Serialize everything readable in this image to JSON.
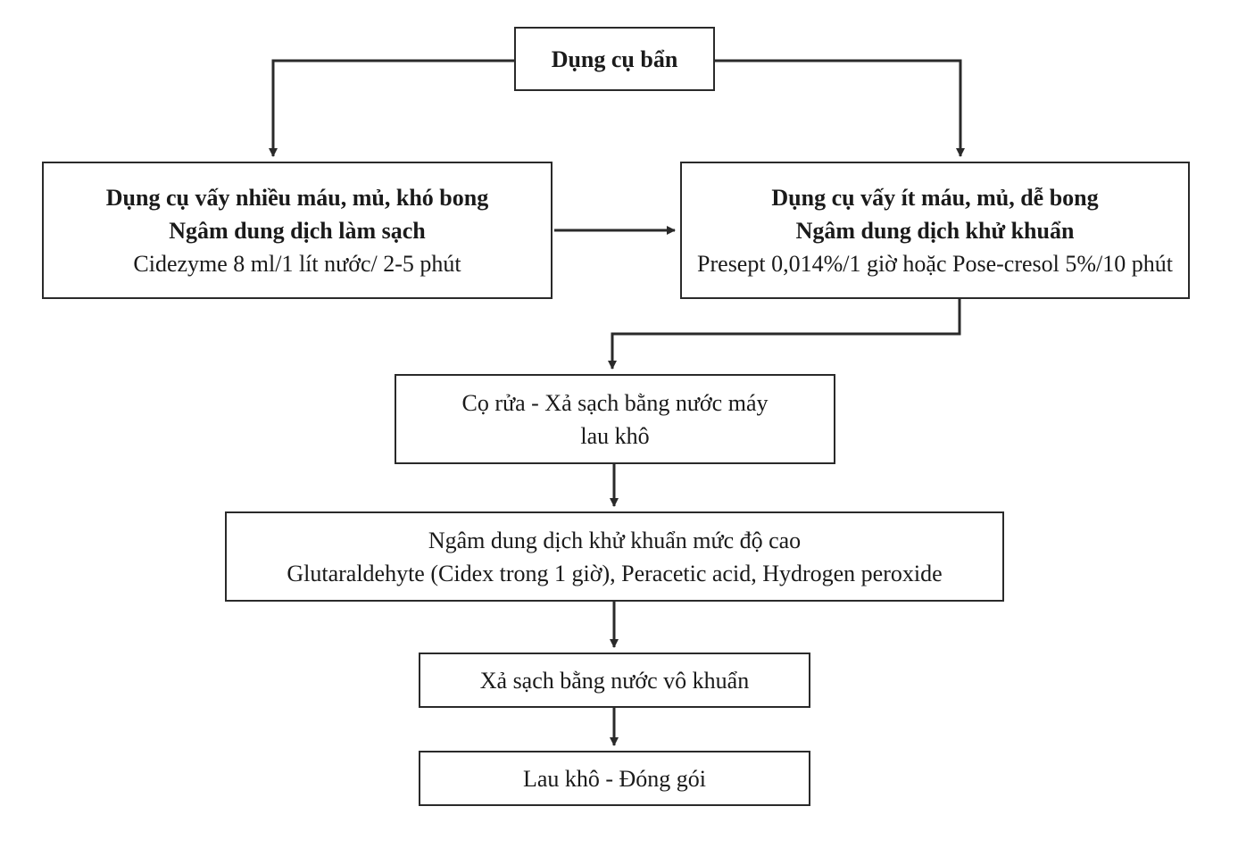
{
  "nodes": {
    "start": {
      "title": "Dụng cụ bẩn"
    },
    "heavy_soil": {
      "title": "Dụng cụ vấy nhiều máu, mủ, khó bong",
      "action": "Ngâm dung dịch làm sạch",
      "detail": "Cidezyme 8 ml/1 lít nước/ 2-5 phút"
    },
    "light_soil": {
      "title": "Dụng cụ vấy ít máu, mủ, dễ bong",
      "action": "Ngâm dung dịch khử khuẩn",
      "detail": "Presept 0,014%/1 giờ hoặc Pose-cresol 5%/10 phút"
    },
    "rinse": {
      "line1": "Cọ rửa - Xả sạch bằng nước máy",
      "line2": "lau khô"
    },
    "high_level_disinfection": {
      "line1": "Ngâm dung dịch khử khuẩn mức độ cao",
      "line2": "Glutaraldehyte (Cidex trong 1 giờ), Peracetic acid, Hydrogen peroxide"
    },
    "sterile_rinse": {
      "text": "Xả sạch bằng nước vô khuẩn"
    },
    "final": {
      "text": "Lau khô - Đóng gói"
    }
  },
  "edges": [
    {
      "from": "start",
      "to": "heavy_soil"
    },
    {
      "from": "start",
      "to": "light_soil"
    },
    {
      "from": "heavy_soil",
      "to": "light_soil"
    },
    {
      "from": "light_soil",
      "to": "rinse"
    },
    {
      "from": "rinse",
      "to": "high_level_disinfection"
    },
    {
      "from": "high_level_disinfection",
      "to": "sterile_rinse"
    },
    {
      "from": "sterile_rinse",
      "to": "final"
    }
  ],
  "colors": {
    "stroke": "#2a2a2a",
    "text": "#1a1a1a",
    "background": "#ffffff"
  }
}
